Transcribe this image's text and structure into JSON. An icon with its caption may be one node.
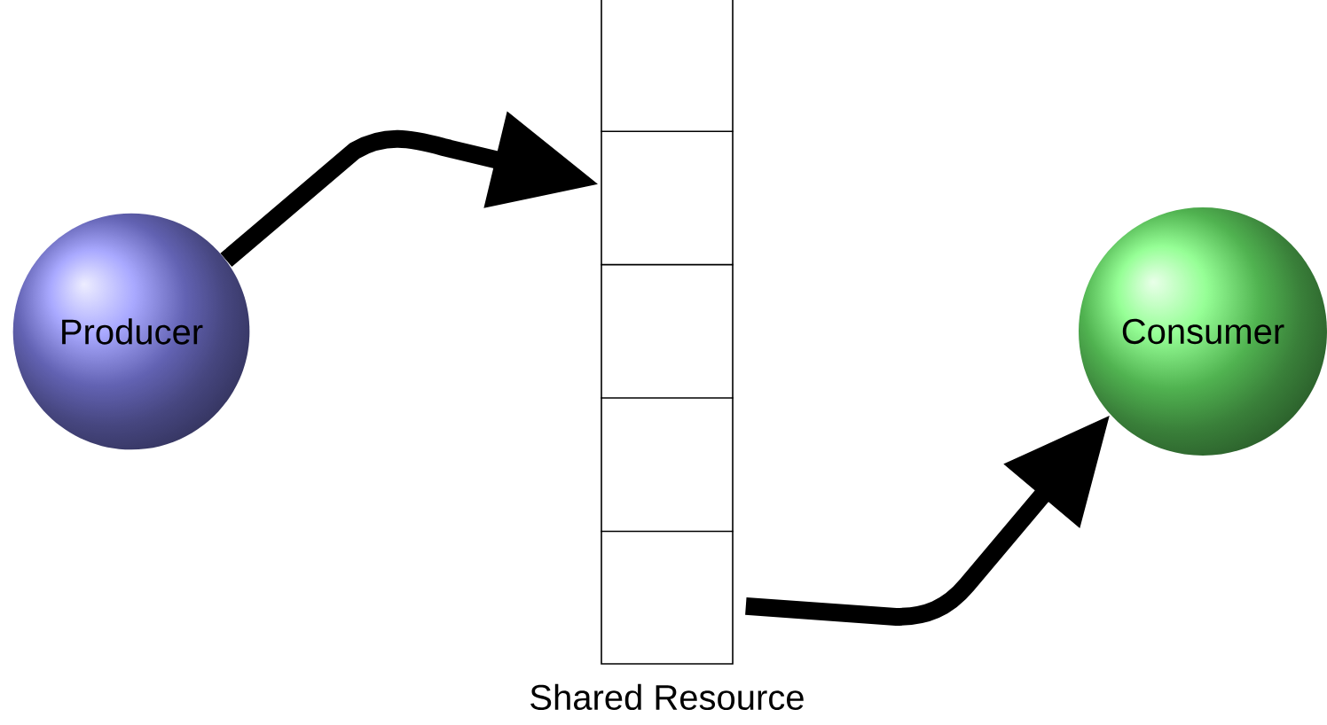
{
  "diagram": {
    "nodes": [
      {
        "text": [
          "Producer"
        ]
      },
      {
        "text": [
          "Shared Resource"
        ]
      },
      {
        "text": [
          "Consumer"
        ]
      }
    ],
    "edges": [
      {
        "from": 0,
        "to": 1,
        "arrow": "to"
      },
      {
        "from": 1,
        "to": 2,
        "arrow": "to"
      }
    ]
  }
}
